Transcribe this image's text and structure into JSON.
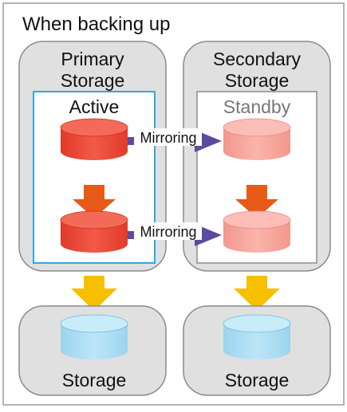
{
  "title": "When backing up",
  "primary": {
    "label_line1": "Primary",
    "label_line2": "Storage",
    "state": "Active"
  },
  "secondary": {
    "label_line1": "Secondary",
    "label_line2": "Storage",
    "state": "Standby"
  },
  "mirroring": [
    "Mirroring",
    "Mirroring"
  ],
  "backup_left": "Storage",
  "backup_right": "Storage",
  "colors": {
    "active_db": "#ee4b3a",
    "standby_db": "#f7a59c",
    "backup_db": "#a8dcf2",
    "down_arrow_internal": "#e85a18",
    "down_arrow_backup": "#f6c000",
    "mirror_arrow": "#5c4a9e",
    "panel_gray": "#e0e0e0",
    "active_border": "#33a6e0"
  }
}
